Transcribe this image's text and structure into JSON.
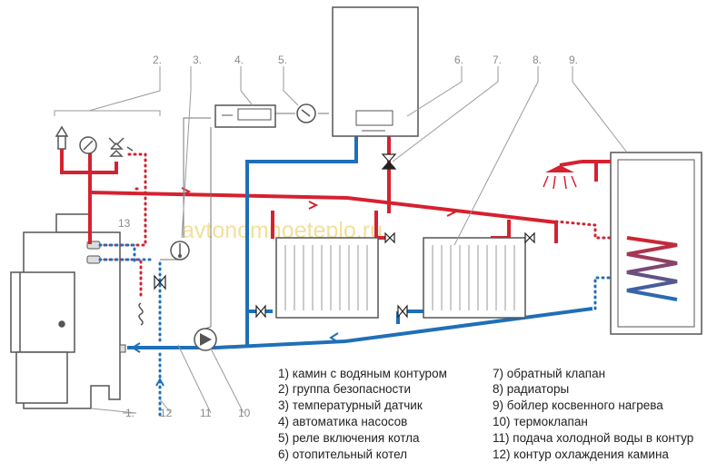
{
  "watermark": "avtonomnoeteplo.ru",
  "colors": {
    "supply": "#d42230",
    "return": "#1f6fb8",
    "outline": "#555555",
    "leader": "#9a9a9a"
  },
  "callouts": [
    "1.",
    "2.",
    "3.",
    "4.",
    "5.",
    "6.",
    "7.",
    "8.",
    "9.",
    "11",
    "12",
    "10",
    "13"
  ],
  "legend_left": [
    "1) камин с водяным контуром",
    "2) группа безопасности",
    "3) температурный датчик",
    "4) автоматика насосов",
    "5) реле включения котла",
    "6) отопительный котел"
  ],
  "legend_right": [
    "7) обратный клапан",
    "8) радиаторы",
    "9) бойлер косвенного нагрева",
    "10) термоклапан",
    "11) подача холодной воды в контур",
    "12) контур охлаждения камина"
  ]
}
